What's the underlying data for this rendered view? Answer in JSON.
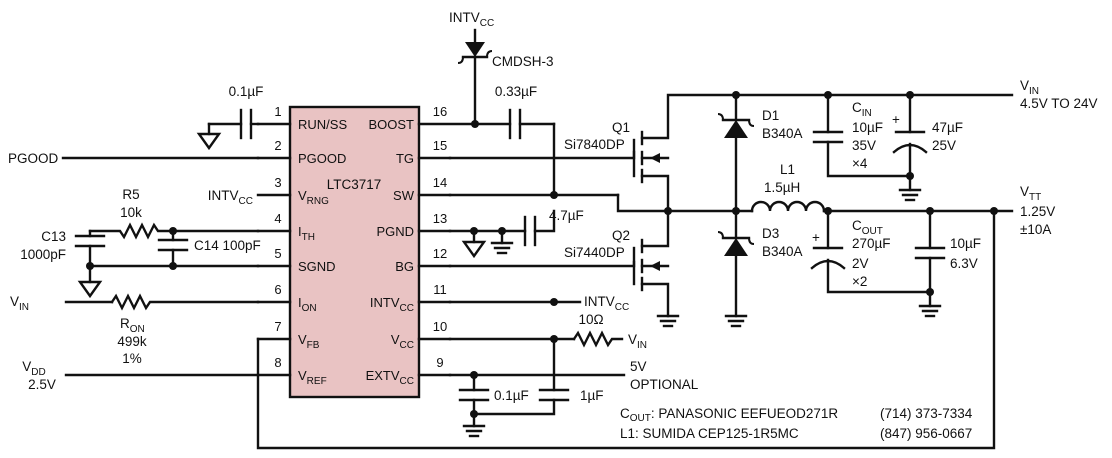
{
  "ic": {
    "part": "LTC3717",
    "color": "#e9c3c3",
    "pins_left": [
      {
        "num": "1",
        "name": "RUN/SS"
      },
      {
        "num": "2",
        "name": "PGOOD"
      },
      {
        "num": "3",
        "name": "V",
        "sub": "RNG"
      },
      {
        "num": "4",
        "name": "I",
        "sub": "TH"
      },
      {
        "num": "5",
        "name": "SGND"
      },
      {
        "num": "6",
        "name": "I",
        "sub": "ON"
      },
      {
        "num": "7",
        "name": "V",
        "sub": "FB"
      },
      {
        "num": "8",
        "name": "V",
        "sub": "REF"
      }
    ],
    "pins_right": [
      {
        "num": "16",
        "name": "BOOST"
      },
      {
        "num": "15",
        "name": "TG"
      },
      {
        "num": "14",
        "name": "SW"
      },
      {
        "num": "13",
        "name": "PGND"
      },
      {
        "num": "12",
        "name": "BG"
      },
      {
        "num": "11",
        "name": "INTV",
        "sub": "CC"
      },
      {
        "num": "10",
        "name": "V",
        "sub": "CC"
      },
      {
        "num": "9",
        "name": "EXTV",
        "sub": "CC"
      }
    ]
  },
  "labels": {
    "intvcc_top": {
      "main": "INTV",
      "sub": "CC"
    },
    "cmdsh": "CMDSH-3",
    "c_boost": "0.33µF",
    "c_run": "0.1µF",
    "pgood": "PGOOD",
    "intvcc_pin3": {
      "main": "INTV",
      "sub": "CC"
    },
    "r5_name": "R5",
    "r5_value": "10k",
    "c13_name": "C13",
    "c13_value": "1000pF",
    "c14": "C14 100pF",
    "c_pgnd": "4.7µF",
    "vin_left": {
      "main": "V",
      "sub": "IN"
    },
    "ron_name": {
      "main": "R",
      "sub": "ON"
    },
    "ron_value": "499k",
    "ron_tol": "1%",
    "intvcc_pin11": {
      "main": "INTV",
      "sub": "CC"
    },
    "r_vcc": "10Ω",
    "vin_vcc": {
      "main": "V",
      "sub": "IN"
    },
    "vdd": {
      "main": "V",
      "sub": "DD"
    },
    "vdd_value": "2.5V",
    "extvcc_supply": "5V",
    "extvcc_note": "OPTIONAL",
    "c_vcc1": "0.1µF",
    "c_vcc2": "1µF",
    "q1_name": "Q1",
    "q1_part": "Si7840DP",
    "q2_name": "Q2",
    "q2_part": "Si7440DP",
    "d1_name": "D1",
    "d1_part": "B340A",
    "d3_name": "D3",
    "d3_part": "B340A",
    "l1_name": "L1",
    "l1_value": "1.5µH",
    "cin_name": {
      "main": "C",
      "sub": "IN"
    },
    "cin_value": "10µF",
    "cin_voltage": "35V",
    "cin_count": "×4",
    "c47_value": "47µF",
    "c47_voltage": "25V",
    "cout_name": {
      "main": "C",
      "sub": "OUT"
    },
    "cout_value": "270µF",
    "cout_voltage": "2V",
    "cout_count": "×2",
    "c10_value": "10µF",
    "c10_voltage": "6.3V",
    "vin_out": {
      "main": "V",
      "sub": "IN"
    },
    "vin_range": "4.5V TO 24V",
    "vtt": {
      "main": "V",
      "sub": "TT"
    },
    "vtt_voltage": "1.25V",
    "vtt_current": "±10A",
    "plus": "+"
  },
  "notes": [
    {
      "prefix": "C",
      "sub": "OUT",
      "text": ": PANASONIC EEFUEOD271R",
      "phone": "(714) 373-7334"
    },
    {
      "prefix": "L1",
      "sub": "",
      "text": ": SUMIDA CEP125-1R5MC",
      "phone": "(847) 956-0667"
    }
  ]
}
